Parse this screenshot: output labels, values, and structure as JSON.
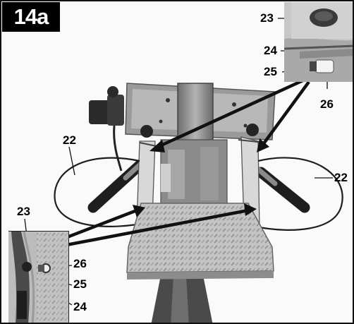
{
  "figure": {
    "label": "14a"
  },
  "callouts": {
    "left_22": "22",
    "right_22": "22",
    "tr_23": "23",
    "tr_24": "24",
    "tr_25": "25",
    "tr_26": "26",
    "bl_23": "23",
    "bl_26": "26",
    "bl_25": "25",
    "bl_24": "24"
  }
}
